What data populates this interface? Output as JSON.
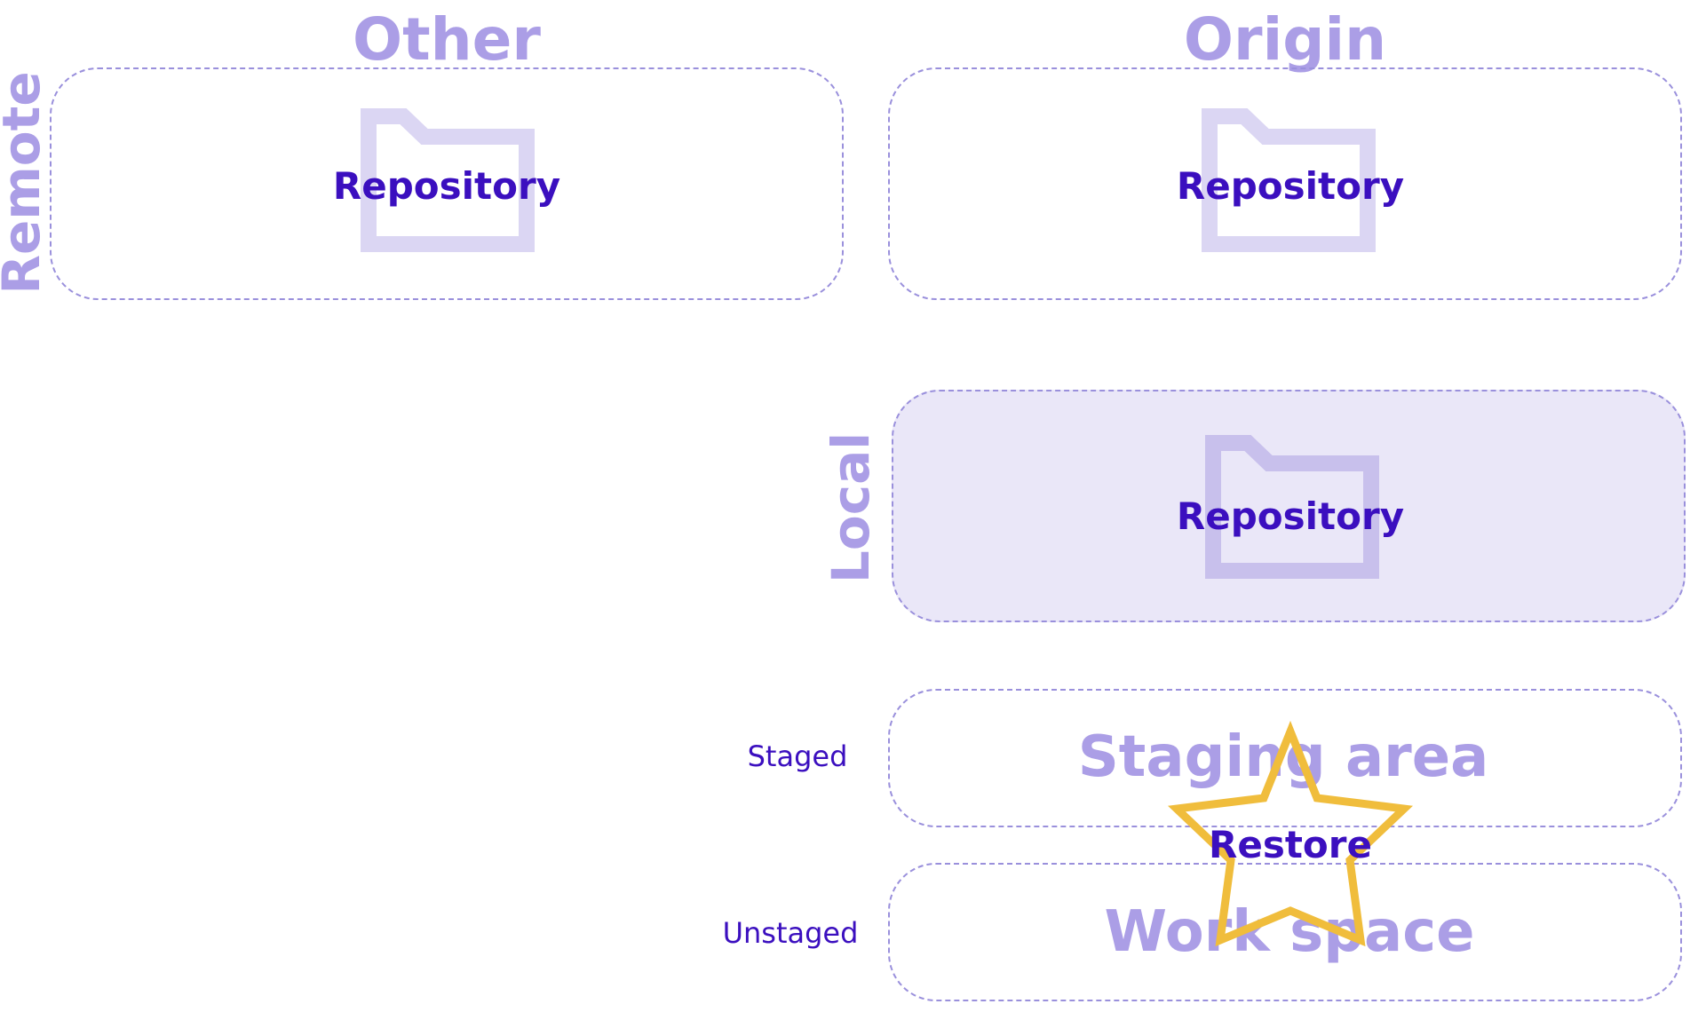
{
  "remote": {
    "label": "Remote",
    "other": {
      "title": "Other",
      "repository_label": "Repository"
    },
    "origin": {
      "title": "Origin",
      "repository_label": "Repository"
    }
  },
  "local": {
    "label": "Local",
    "repository_label": "Repository"
  },
  "staging": {
    "state_label": "Staged",
    "area_label": "Staging area"
  },
  "workspace": {
    "state_label": "Unstaged",
    "area_label": "Work space"
  },
  "action": {
    "label": "Restore",
    "icon": "star-icon"
  },
  "colors": {
    "heading": "#ab9ee6",
    "text": "#3b0fbf",
    "border": "#9a90dc",
    "local_fill": "#eae7f8",
    "folder_light": "#dbd6f3",
    "folder_local": "#c8c0ec",
    "star": "#f0bd3c"
  }
}
